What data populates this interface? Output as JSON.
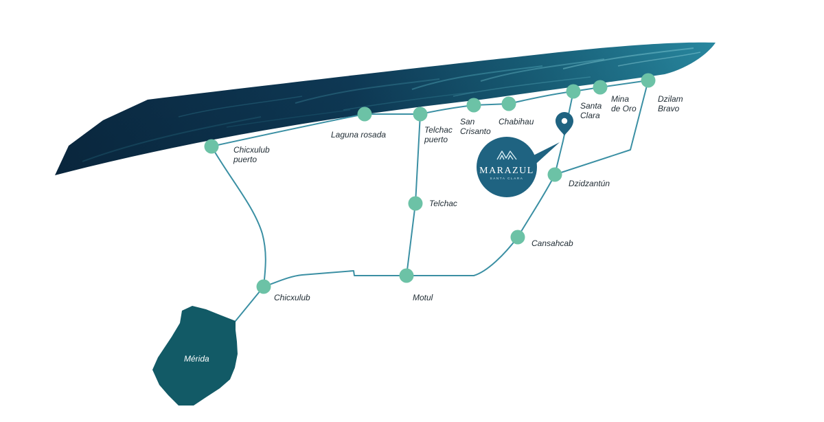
{
  "colors": {
    "sea_dark": "#0c2f49",
    "sea_mid": "#175c78",
    "sea_light": "#2a8ea7",
    "road": "#3a8fa3",
    "town_node": "#6cc2a6",
    "merida_fill": "#125a66",
    "brand_fill": "#1f6381",
    "pin": "#1f6381",
    "label_text": "#1f2b33"
  },
  "towns": {
    "chicxulub_puerto": "Chicxulub puerto",
    "laguna_rosada": "Laguna rosada",
    "telchac_puerto": "Telchac puerto",
    "san_crisanto": "San Crisanto",
    "chabihau": "Chabihau",
    "santa_clara": "Santa Clara",
    "mina_de_oro": "Mina de Oro",
    "dzilam_bravo": "Dzilam Bravo",
    "dzidzantun": "Dzidzantún",
    "telchac": "Telchac",
    "cansahcab": "Cansahcab",
    "chicxulub": "Chicxulub",
    "motul": "Motul"
  },
  "city": {
    "merida": "Mérida"
  },
  "brand": {
    "name": "MARAZUL",
    "subtitle": "SANTA CLARA",
    "logo_icon": "mountain-peaks-icon"
  },
  "marker": {
    "icon": "location-pin-icon"
  }
}
